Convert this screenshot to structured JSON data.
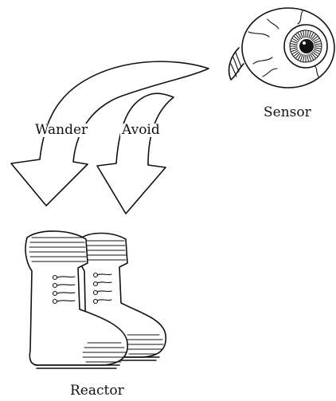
{
  "nodes": {
    "sensor": {
      "label": "Sensor",
      "icon": "eye-icon"
    },
    "reactor": {
      "label": "Reactor",
      "icon": "boots-icon"
    }
  },
  "arrows": [
    {
      "id": "wander",
      "label": "Wander",
      "from": "sensor",
      "to": "reactor"
    },
    {
      "id": "avoid",
      "label": "Avoid",
      "from": "sensor",
      "to": "reactor"
    }
  ],
  "style": {
    "ink_color": "#111111",
    "background": "#ffffff"
  }
}
